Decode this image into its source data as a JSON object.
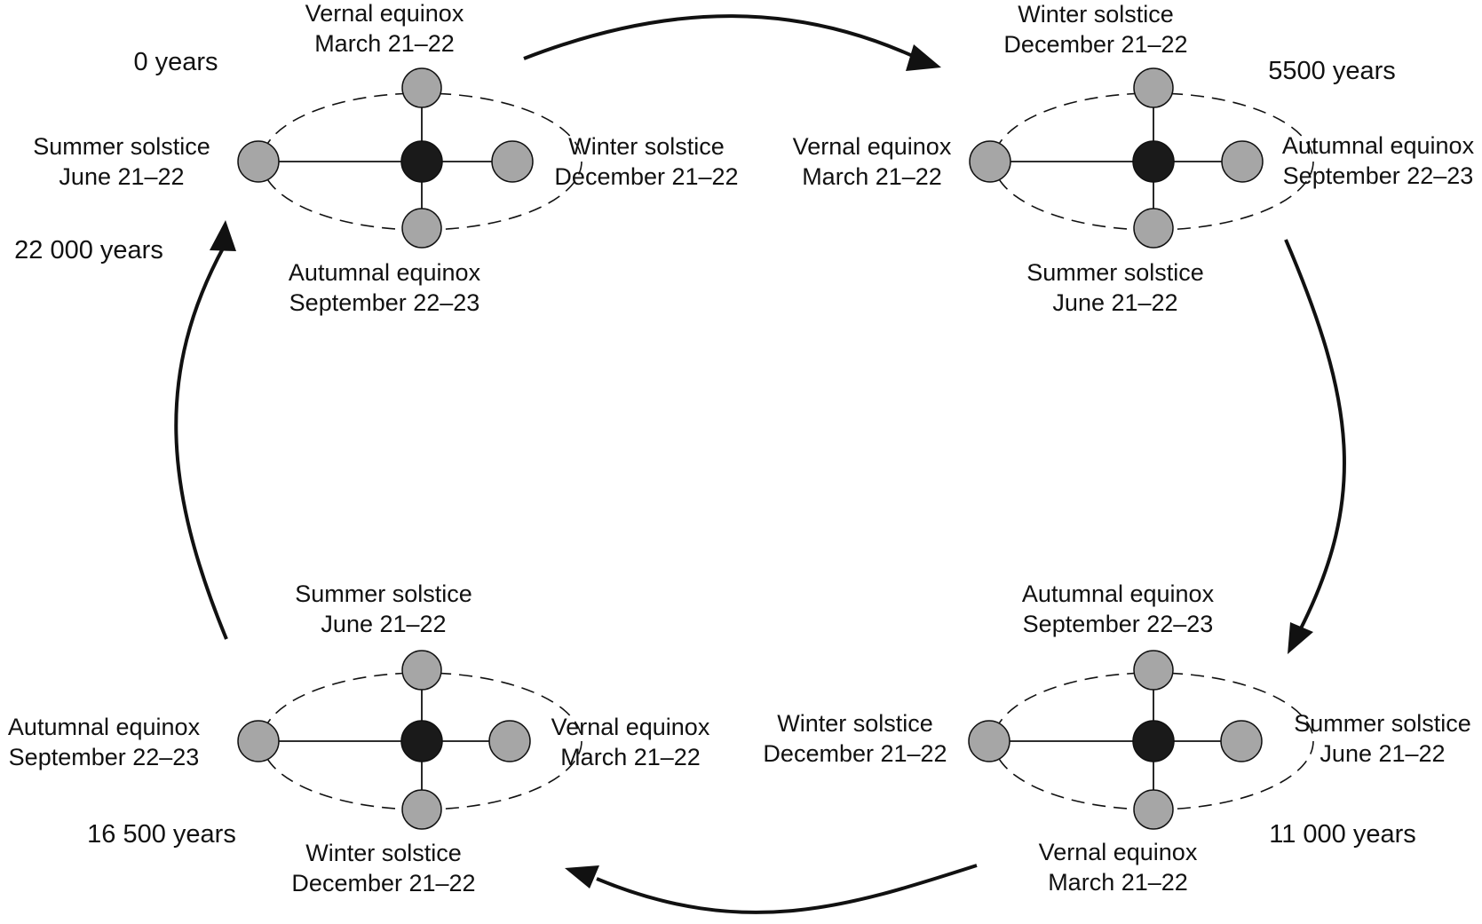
{
  "colors": {
    "sun": "#1a1a1a",
    "earth": "#a6a6a6",
    "stroke": "#111111",
    "background": "#ffffff"
  },
  "labels": {
    "vernal_equinox": {
      "name": "Vernal equinox",
      "date": "March 21–22"
    },
    "summer_solstice": {
      "name": "Summer solstice",
      "date": "June 21–22"
    },
    "autumnal_equinox": {
      "name": "Autumnal equinox",
      "date": "September 22–23"
    },
    "winter_solstice": {
      "name": "Winter solstice",
      "date": "December 21–22"
    }
  },
  "stages": [
    {
      "id": "stage-0",
      "years": "0 years",
      "top": "vernal_equinox",
      "right": "winter_solstice",
      "bottom": "autumnal_equinox",
      "left": "summer_solstice"
    },
    {
      "id": "stage-5500",
      "years": "5500 years",
      "top": "winter_solstice",
      "right": "autumnal_equinox",
      "bottom": "summer_solstice",
      "left": "vernal_equinox"
    },
    {
      "id": "stage-11000",
      "years": "11 000 years",
      "top": "autumnal_equinox",
      "right": "summer_solstice",
      "bottom": "vernal_equinox",
      "left": "winter_solstice"
    },
    {
      "id": "stage-16500",
      "years": "16 500 years",
      "top": "summer_solstice",
      "right": "vernal_equinox",
      "bottom": "winter_solstice",
      "left": "autumnal_equinox"
    }
  ],
  "cycle_end": {
    "years": "22 000 years"
  }
}
